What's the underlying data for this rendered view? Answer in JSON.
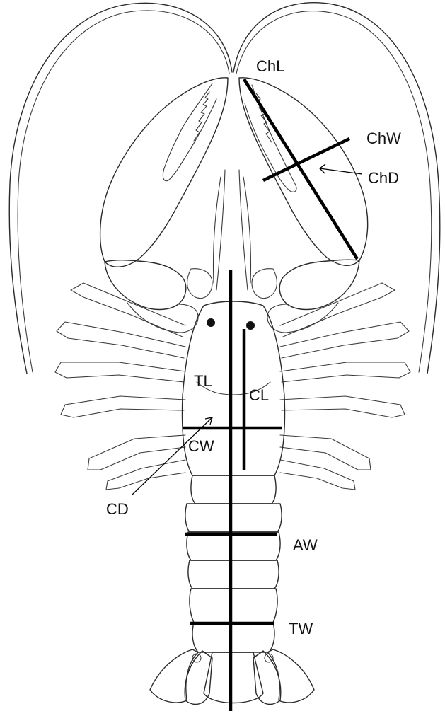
{
  "labels": {
    "chl": "ChL",
    "chw": "ChW",
    "chd": "ChD",
    "tl": "TL",
    "cl": "CL",
    "cw": "CW",
    "cd": "CD",
    "aw": "AW",
    "tw": "TW"
  },
  "colors": {
    "outline": "#2a2a2a",
    "measure": "#000000",
    "background": "#ffffff"
  }
}
